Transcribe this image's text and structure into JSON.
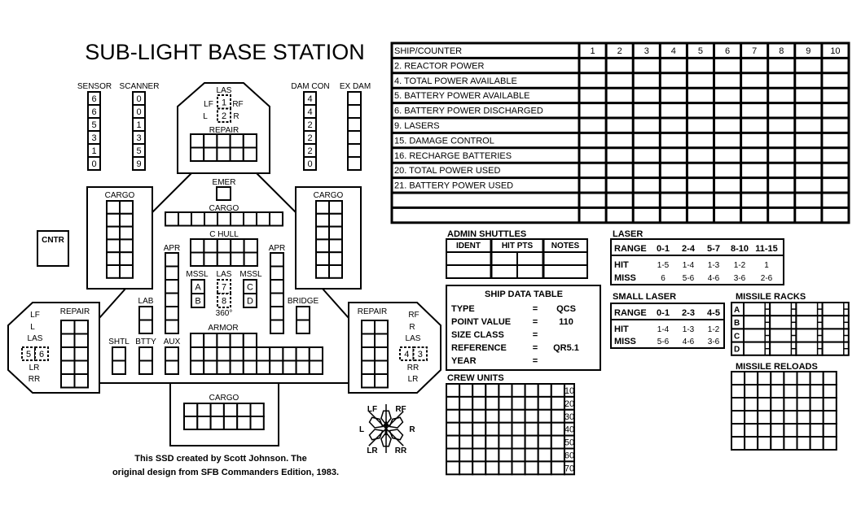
{
  "title": "SUB-LIGHT BASE STATION",
  "tracks": {
    "sensor": {
      "label": "SENSOR",
      "values": [
        "6",
        "6",
        "5",
        "3",
        "1",
        "0"
      ]
    },
    "scanner": {
      "label": "SCANNER",
      "values": [
        "0",
        "0",
        "1",
        "3",
        "5",
        "9"
      ]
    },
    "damcon": {
      "label": "DAM CON",
      "values": [
        "4",
        "4",
        "2",
        "2",
        "2",
        "0"
      ]
    },
    "exdam": {
      "label": "EX DAM"
    }
  },
  "ssd": {
    "fwd": {
      "las": "LAS",
      "lf": "LF",
      "rf": "RF",
      "l": "L",
      "r": "R",
      "las_boxes": [
        "1",
        "2"
      ],
      "repair": "REPAIR"
    },
    "emer": "EMER",
    "cargo": "CARGO",
    "chull": "C HULL",
    "apr": "APR",
    "mssl": "MSSL",
    "las": "LAS",
    "mssl_left": [
      "A",
      "B"
    ],
    "las_center": [
      "7",
      "8"
    ],
    "mssl_right": [
      "C",
      "D"
    ],
    "arc_360": "360°",
    "lab": "LAB",
    "bridge": "BRIDGE",
    "shtl": "SHTL",
    "btty": "BTTY",
    "aux": "AUX",
    "armor": "ARMOR",
    "cntr": "CNTR",
    "left_pod": {
      "repair": "REPAIR",
      "lf": "LF",
      "l": "L",
      "las": "LAS",
      "las_boxes": [
        "5",
        "6"
      ],
      "lr": "LR",
      "rr": "RR"
    },
    "right_pod": {
      "repair": "REPAIR",
      "rf": "RF",
      "r": "R",
      "las": "LAS",
      "las_boxes": [
        "4",
        "3"
      ],
      "rr": "RR",
      "lr": "LR"
    }
  },
  "compass": {
    "lf": "LF",
    "rf": "RF",
    "l": "L",
    "r": "R",
    "lr": "LR",
    "rr": "RR"
  },
  "credit": [
    "This SSD created by Scott Johnson.  The",
    "original design from SFB Commanders Edition, 1983."
  ],
  "power_table": {
    "header": "SHIP/COUNTER",
    "turns": [
      "1",
      "2",
      "3",
      "4",
      "5",
      "6",
      "7",
      "8",
      "9",
      "10"
    ],
    "rows": [
      "2. REACTOR POWER",
      "4. TOTAL POWER AVAILABLE",
      "5. BATTERY POWER AVAILABLE",
      "6. BATTERY POWER DISCHARGED",
      "9. LASERS",
      "15. DAMAGE CONTROL",
      "16. RECHARGE BATTERIES",
      "20. TOTAL POWER USED",
      "21. BATTERY POWER USED",
      "",
      ""
    ]
  },
  "admin_shuttles": {
    "title": "ADMIN SHUTTLES",
    "headers": [
      "IDENT",
      "HIT PTS",
      "NOTES"
    ]
  },
  "ship_data": {
    "title": "SHIP DATA TABLE",
    "rows": [
      {
        "label": "TYPE",
        "eq": "=",
        "value": "QCS"
      },
      {
        "label": "POINT VALUE",
        "eq": "=",
        "value": "110"
      },
      {
        "label": "SIZE CLASS",
        "eq": "=",
        "value": ""
      },
      {
        "label": "REFERENCE",
        "eq": "=",
        "value": "QR5.1"
      },
      {
        "label": "YEAR",
        "eq": "=",
        "value": ""
      }
    ]
  },
  "crew_units": {
    "title": "CREW UNITS",
    "marks": [
      "10",
      "20",
      "30",
      "40",
      "50",
      "60",
      "70"
    ]
  },
  "laser": {
    "title": "LASER",
    "header": [
      "RANGE",
      "0-1",
      "2-4",
      "5-7",
      "8-10",
      "11-15"
    ],
    "hit": [
      "HIT",
      "1-5",
      "1-4",
      "1-3",
      "1-2",
      "1"
    ],
    "miss": [
      "MISS",
      "6",
      "5-6",
      "4-6",
      "3-6",
      "2-6"
    ]
  },
  "small_laser": {
    "title": "SMALL LASER",
    "header": [
      "RANGE",
      "0-1",
      "2-3",
      "4-5"
    ],
    "hit": [
      "HIT",
      "1-4",
      "1-3",
      "1-2"
    ],
    "miss": [
      "MISS",
      "5-6",
      "4-6",
      "3-6"
    ]
  },
  "missile_racks": {
    "title": "MISSILE RACKS",
    "racks": [
      "A",
      "B",
      "C",
      "D"
    ]
  },
  "missile_reloads": {
    "title": "MISSILE RELOADS"
  }
}
